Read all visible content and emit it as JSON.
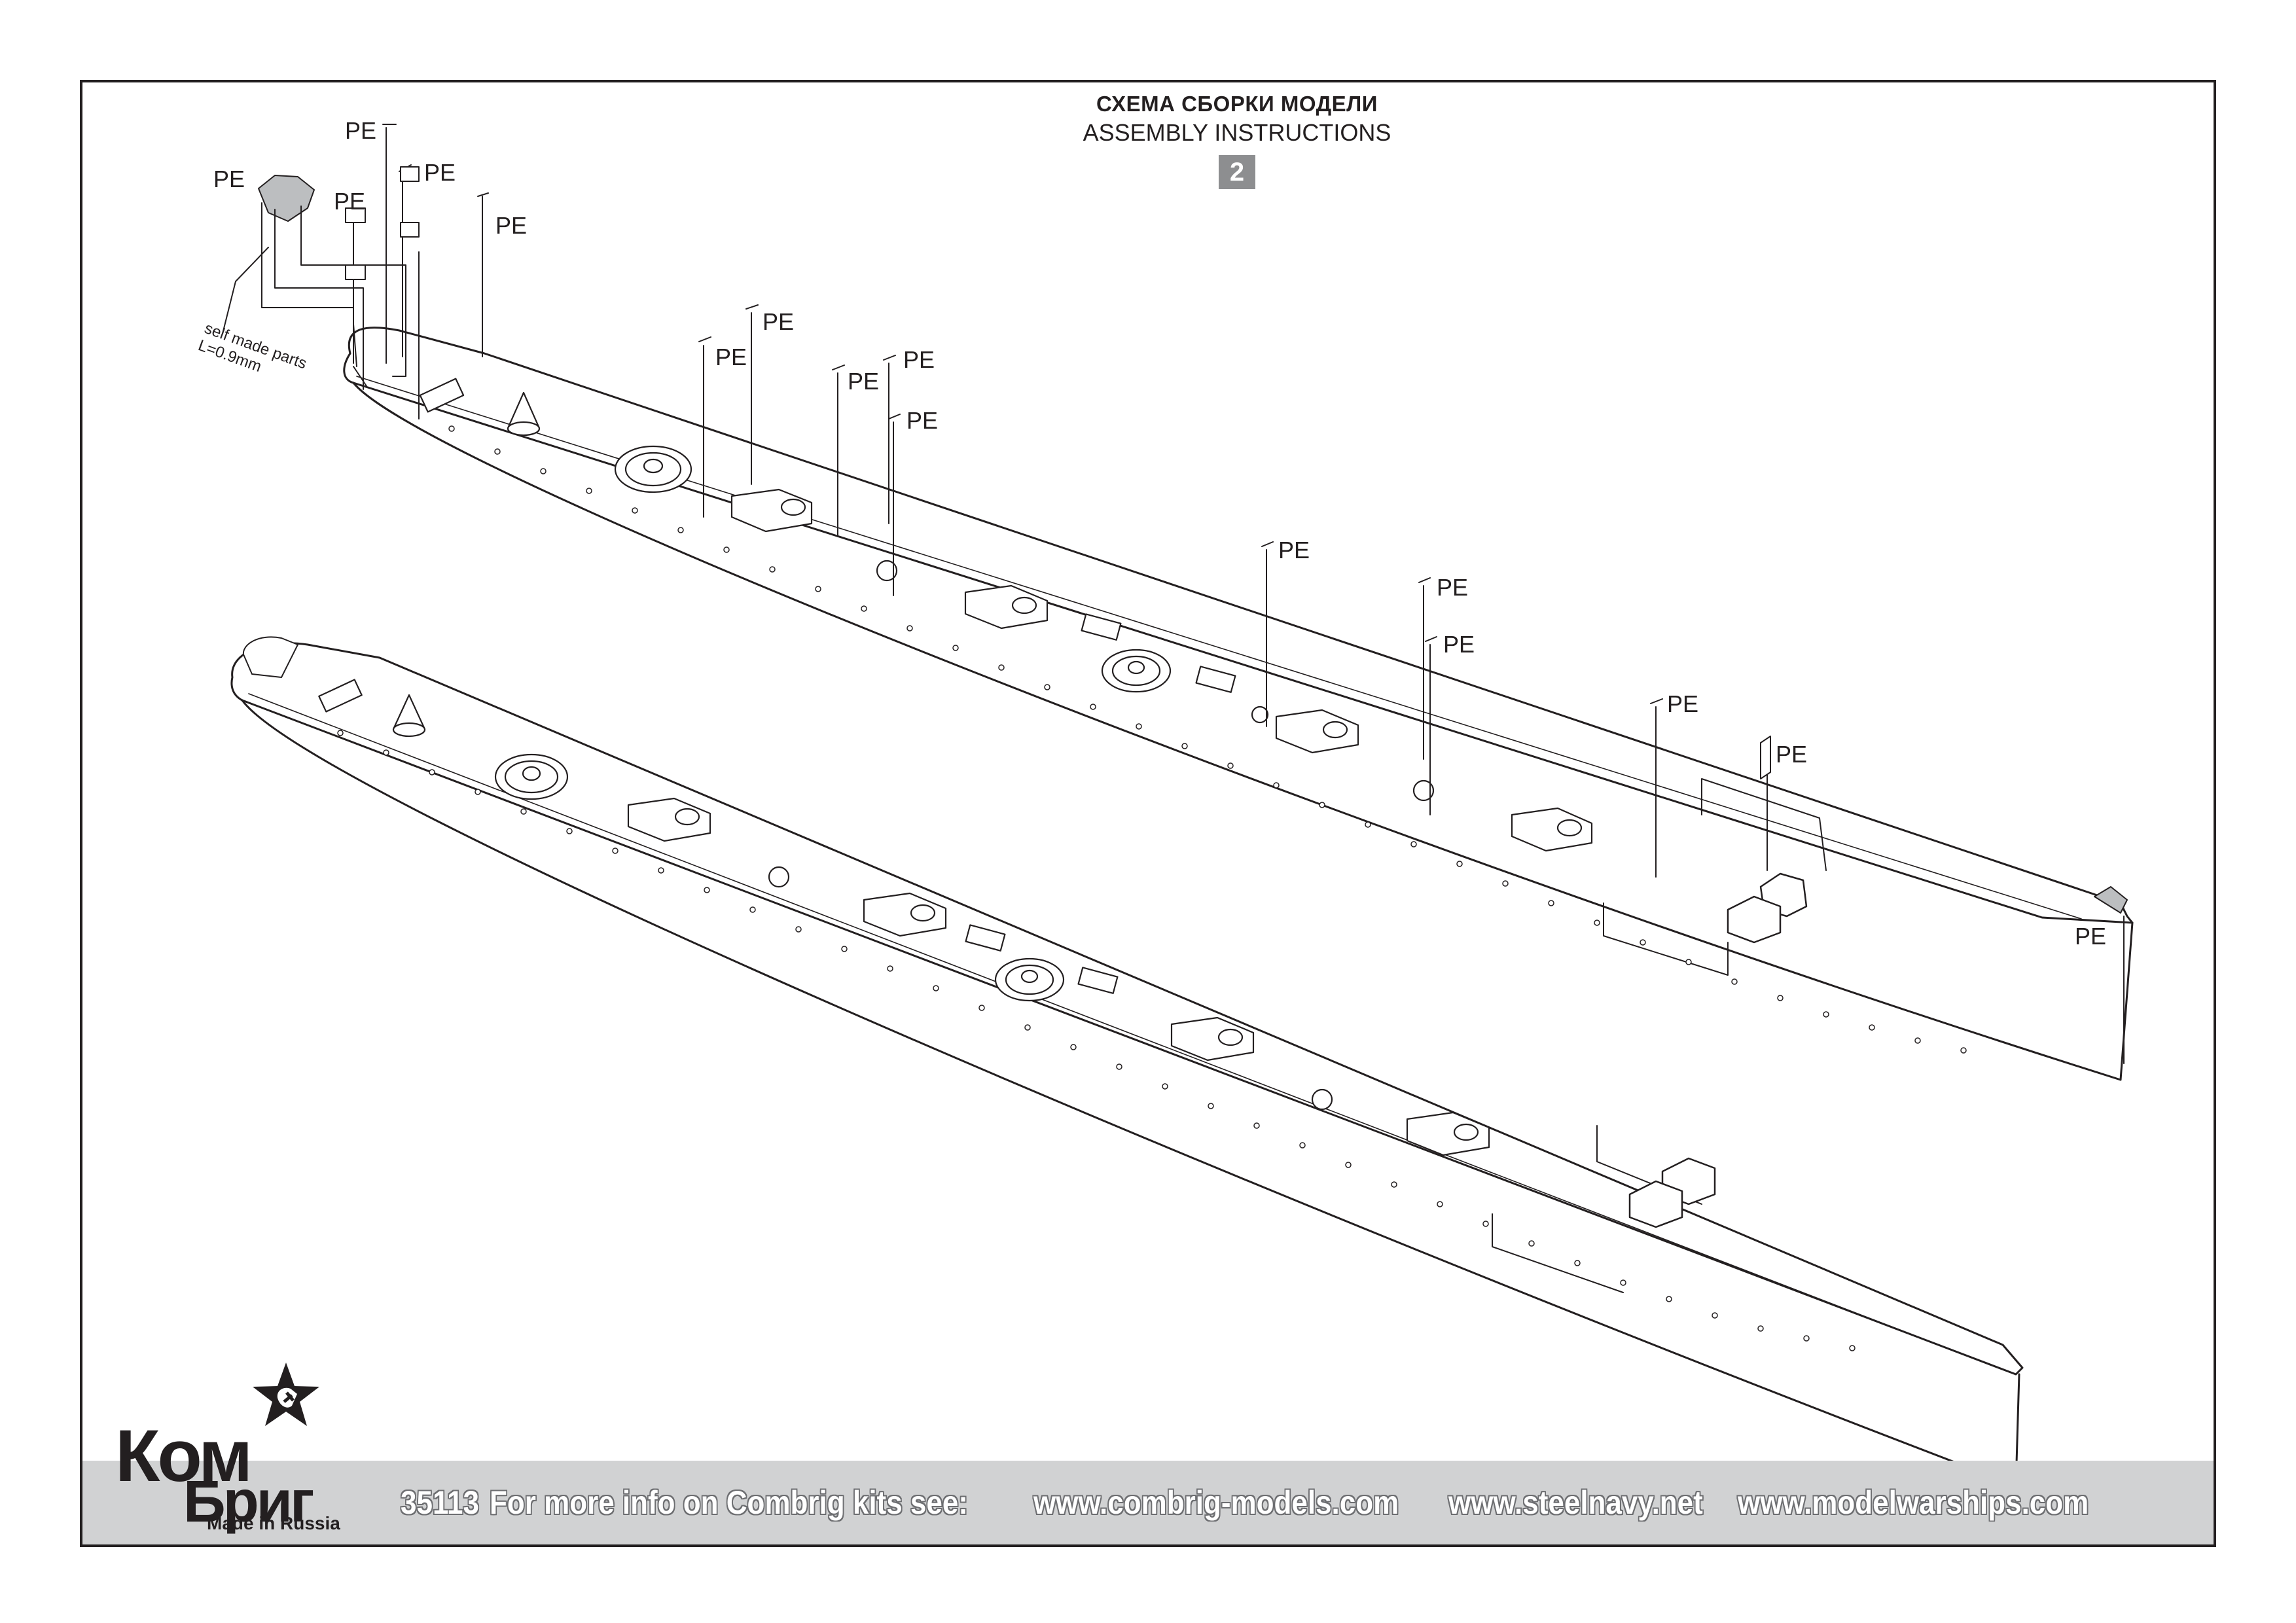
{
  "header": {
    "title_ru": "СХЕМА СБОРКИ МОДЕЛИ",
    "title_en": "ASSEMBLY INSTRUCTIONS",
    "step_number": "2"
  },
  "callouts": {
    "pe_label": "PE",
    "self_made_note_line1": "self made parts",
    "self_made_note_line2": "L=0.9mm"
  },
  "footer": {
    "kit_number": "35113",
    "info_text": "For more info on Combrig kits see:",
    "site_1": "www.combrig-models.com",
    "site_2": "www.steelnavy.net",
    "site_3": "www.modelwarships.com"
  },
  "brand": {
    "logo_line1": "Ком",
    "logo_line2": "Бриг",
    "made_in": "Made in Russia"
  },
  "colors": {
    "ink": "#231f20",
    "footer_band": "#d1d2d3",
    "step_badge": "#8d8e90"
  }
}
